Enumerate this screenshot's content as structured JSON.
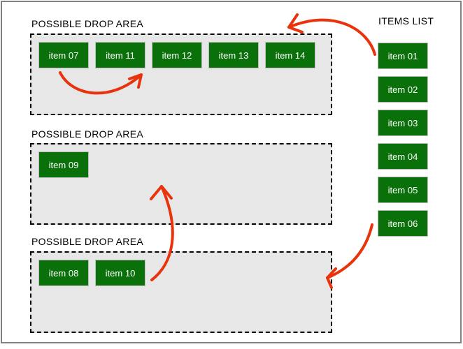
{
  "colors": {
    "item_bg": "#0a700a",
    "item_text": "#ffffff",
    "area_bg": "#e7e7e7",
    "area_border": "#000000",
    "arrow": "#e8330c",
    "frame_border": "#808080"
  },
  "drop_areas": [
    {
      "label": "POSSIBLE DROP AREA",
      "items": [
        {
          "label": "item 07"
        },
        {
          "label": "item 11"
        },
        {
          "label": "item 12"
        },
        {
          "label": "item 13"
        },
        {
          "label": "item 14"
        }
      ]
    },
    {
      "label": "POSSIBLE DROP AREA",
      "items": [
        {
          "label": "item 09"
        }
      ]
    },
    {
      "label": "POSSIBLE DROP AREA",
      "items": [
        {
          "label": "item 08"
        },
        {
          "label": "item 10"
        }
      ]
    }
  ],
  "items_list": {
    "label": "ITEMS LIST",
    "items": [
      {
        "label": "item 01"
      },
      {
        "label": "item 02"
      },
      {
        "label": "item 03"
      },
      {
        "label": "item 04"
      },
      {
        "label": "item 05"
      },
      {
        "label": "item 06"
      }
    ]
  },
  "arrows": [
    {
      "name": "arrow-reorder-within-area-1"
    },
    {
      "name": "arrow-area-3-to-area-2"
    },
    {
      "name": "arrow-items-list-to-area-1"
    },
    {
      "name": "arrow-items-list-to-area-3"
    }
  ]
}
